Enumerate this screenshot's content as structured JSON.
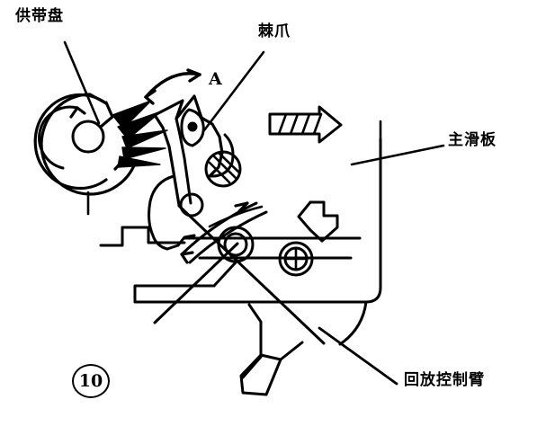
{
  "figure": {
    "number_label": "10",
    "domain_kind": "mechanical-assembly-line-drawing",
    "background_color": "#ffffff",
    "line_color": "#000000"
  },
  "labels": {
    "supply_reel": "供带盘",
    "pawl": "棘爪",
    "main_slide_plate": "主滑板",
    "playback_control_arm": "回放控制臂",
    "motion_marker_a": "A"
  },
  "annotations": {
    "curved_double_arrow_name": "curved-double-arrow-A",
    "hatched_arrow_name": "hatched-direction-arrow",
    "reel_rotation_arrow_name": "reel-rotation-arrow",
    "internal_sweep_arrow_name": "internal-sweep-arrow"
  },
  "components": {
    "supply_reel": {
      "type": "notched-disc-with-teeth",
      "hub": "center-hub-circle",
      "teeth_count": 5
    },
    "pawl": {
      "type": "hooked-claw",
      "pivot_hole": "teardrop-pivot-hole",
      "pivot_dot": "pivot-center-dot"
    },
    "hatched_roller": {
      "type": "hatched-circle",
      "hatch_lines": 3
    },
    "bearing_ring": {
      "type": "concentric-ring"
    },
    "crosshair_fastener": {
      "type": "crossed-circle-fastener"
    },
    "small_pin": {
      "type": "plain-pin-circle"
    }
  },
  "leaders": {
    "supply_reel_leader": "line from 供带盘 label down-right to reel rim",
    "pawl_leader": "line from 棘爪 label down-left to pawl body",
    "main_slide_leader": "line with cross tick from 主滑板 label left to slide plate",
    "playback_leader": "line with cross tick from 回放控制臂 label up-left to arm"
  }
}
